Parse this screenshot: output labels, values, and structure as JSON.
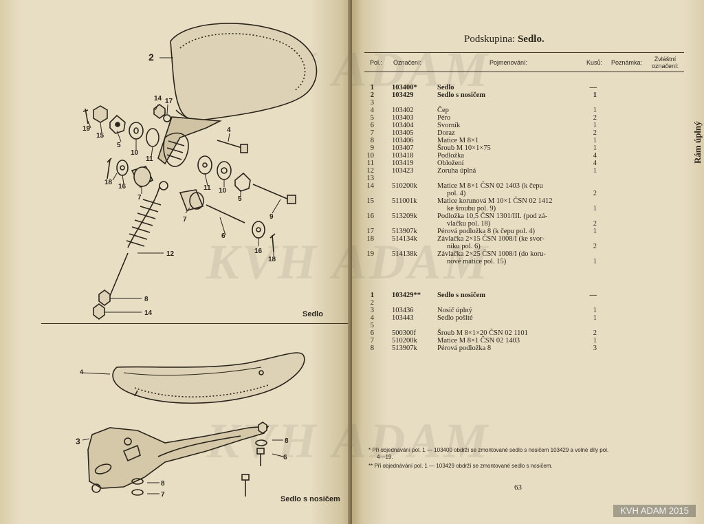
{
  "watermark": "KVH ADAM",
  "left_page": {
    "caption_top": "Sedlo",
    "caption_bottom": "Sedlo s nosičem",
    "top_callouts": [
      "2",
      "14",
      "17",
      "4",
      "19",
      "15",
      "5",
      "10",
      "11",
      "18",
      "16",
      "7",
      "11",
      "10",
      "5",
      "9",
      "7",
      "6",
      "12",
      "16",
      "18",
      "8",
      "14"
    ],
    "bottom_callouts": [
      "4",
      "3",
      "8",
      "6",
      "8",
      "7"
    ]
  },
  "right_page": {
    "subgroup_label": "Podskupina:",
    "subgroup_name": "Sedlo.",
    "vertical_title": "Rám úplný",
    "headers": {
      "pol": "Pol.:",
      "oznaceni": "Označení:",
      "pojmenovani": "Pojmenování:",
      "kusu": "Kusů:",
      "poznamka": "Poznámka:",
      "zvlastni1": "Zvláštní",
      "zvlastni2": "označení:"
    },
    "table1": [
      {
        "pol": "1",
        "code": "103400*",
        "name": "Sedlo",
        "qty": "—",
        "bold": true
      },
      {
        "pol": "2",
        "code": "103429",
        "name": "Sedlo s nosičem",
        "qty": "1",
        "bold": true
      },
      {
        "pol": "3",
        "code": "",
        "name": "",
        "qty": ""
      },
      {
        "pol": "4",
        "code": "103402",
        "name": "Čep",
        "qty": "1"
      },
      {
        "pol": "5",
        "code": "103403",
        "name": "Péro",
        "qty": "2"
      },
      {
        "pol": "6",
        "code": "103404",
        "name": "Svorník",
        "qty": "1"
      },
      {
        "pol": "7",
        "code": "103405",
        "name": "Doraz",
        "qty": "2"
      },
      {
        "pol": "8",
        "code": "103406",
        "name": "Matice M 8×1",
        "qty": "1"
      },
      {
        "pol": "9",
        "code": "103407",
        "name": "Šroub M 10×1×75",
        "qty": "1"
      },
      {
        "pol": "10",
        "code": "103418",
        "name": "Podložka",
        "qty": "4"
      },
      {
        "pol": "11",
        "code": "103419",
        "name": "Obložení",
        "qty": "4"
      },
      {
        "pol": "12",
        "code": "103423",
        "name": "Zoruha úplná",
        "qty": "1"
      },
      {
        "pol": "13",
        "code": "",
        "name": "",
        "qty": ""
      },
      {
        "pol": "14",
        "code": "510200k",
        "name": "Matice M 8×1 ČSN 02 1403 (k čepu",
        "name2": "pol. 4)",
        "qty": "2"
      },
      {
        "pol": "15",
        "code": "511001k",
        "name": "Matice korunová M 10×1 ČSN 02 1412",
        "name2": "ke šroubu pol. 9)",
        "qty": "1"
      },
      {
        "pol": "16",
        "code": "513209k",
        "name": "Podložka 10,5 ČSN 1301/III. (pod zá-",
        "name2": "vlačku pol. 18)",
        "qty": "2"
      },
      {
        "pol": "17",
        "code": "513907k",
        "name": "Pérová podložka 8 (k čepu pol. 4)",
        "qty": "1"
      },
      {
        "pol": "18",
        "code": "514134k",
        "name": "Závlačka 2×15 ČSN 1008/I (ke svor-",
        "name2": "níku pol. 6)",
        "qty": "2"
      },
      {
        "pol": "19",
        "code": "514138k",
        "name": "Závlačka 2×25 ČSN 1008/I (do koru-",
        "name2": "nové matice pol. 15)",
        "qty": "1"
      }
    ],
    "table2": [
      {
        "pol": "1",
        "code": "103429**",
        "name": "Sedlo s nosičem",
        "qty": "—",
        "bold": true
      },
      {
        "pol": "2",
        "code": "",
        "name": "",
        "qty": ""
      },
      {
        "pol": "3",
        "code": "103436",
        "name": "Nosič úplný",
        "qty": "1"
      },
      {
        "pol": "4",
        "code": "103443",
        "name": "Sedlo pošité",
        "qty": "1"
      },
      {
        "pol": "5",
        "code": "",
        "name": "",
        "qty": ""
      },
      {
        "pol": "6",
        "code": "500300f",
        "name": "Šroub M 8×1×20 ČSN 02 1101",
        "qty": "2"
      },
      {
        "pol": "7",
        "code": "510200k",
        "name": "Matice M 8×1 ČSN 02 1403",
        "qty": "1"
      },
      {
        "pol": "8",
        "code": "513907k",
        "name": "Pérová podložka 8",
        "qty": "3"
      }
    ],
    "footnote1_mark": "*",
    "footnote1": "Při objednávání pol. 1 — 103400 obdrží se zmontované sedlo s nosičem 103429 a volné díly pol.",
    "footnote1_cont": "4—19.",
    "footnote2_mark": "**",
    "footnote2": "Při objednávání pol. 1 — 103429 obdrží se zmontované sedlo s nosičem.",
    "page_number": "63"
  },
  "stamp": "KVH ADAM 2015"
}
